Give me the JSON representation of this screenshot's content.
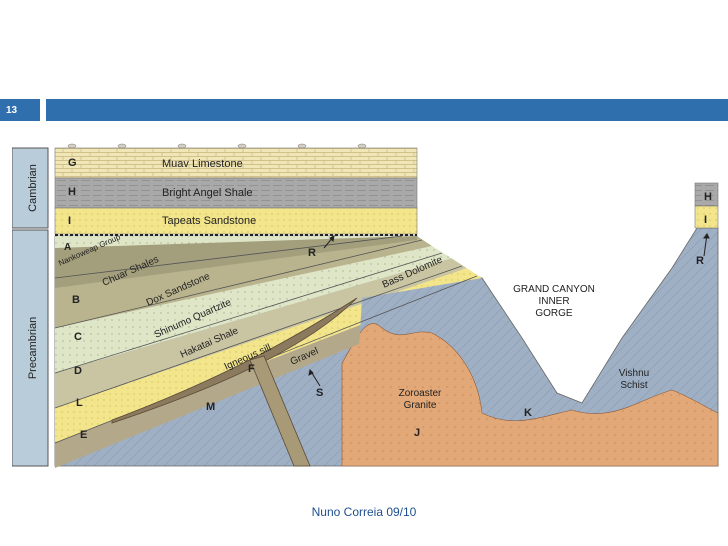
{
  "slide": {
    "page_number": "13",
    "footer": "Nuno Correia 09/10",
    "accent_color": "#2f6fae"
  },
  "diagram": {
    "era_labels": {
      "cambrian": "Cambrian",
      "precambrian": "Precambrian"
    },
    "layers": [
      {
        "letter": "G",
        "name": "Muav Limestone"
      },
      {
        "letter": "H",
        "name": "Bright Angel Shale"
      },
      {
        "letter": "I",
        "name": "Tapeats Sandstone"
      }
    ],
    "tilted_layers": {
      "nankoweap": "Nankoweap Group",
      "chuar": "Chuar Shales",
      "dox": "Dox Sandstone",
      "shinumo": "Shinumo Quartzite",
      "hakatai": "Hakatai Shale",
      "igneous_sill": "Igneous sill",
      "bass": "Bass Dolomite",
      "gravel": "Gravel"
    },
    "letters": {
      "A": "A",
      "B": "B",
      "C": "C",
      "D": "D",
      "L": "L",
      "E": "E",
      "M": "M",
      "F": "F",
      "R1": "R",
      "S": "S",
      "J": "J",
      "K": "K",
      "H_right": "H",
      "I_right": "I",
      "R_right": "R"
    },
    "features": {
      "gorge_line1": "GRAND CANYON",
      "gorge_line2": "INNER",
      "gorge_line3": "GORGE",
      "zoroaster_line1": "Zoroaster",
      "zoroaster_line2": "Granite",
      "vishnu_line1": "Vishnu",
      "vishnu_line2": "Schist"
    }
  }
}
